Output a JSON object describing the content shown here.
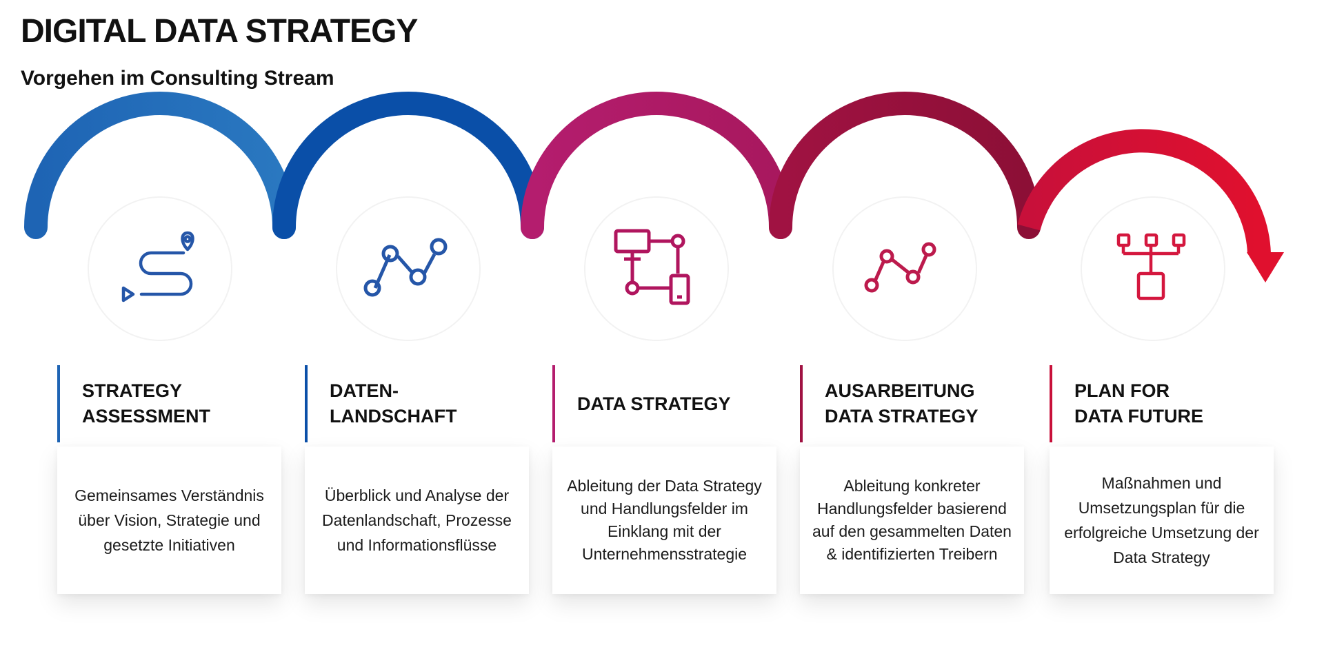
{
  "header": {
    "title": "DIGITAL DATA STRATEGY",
    "subtitle": "Vorgehen im Consulting Stream"
  },
  "colors": {
    "arc1_start": "#1e64b4",
    "arc1_end": "#2a78c0",
    "arc2": "#0a4fa8",
    "arc3_start": "#b41d6e",
    "arc3_end": "#a8185e",
    "arc4_start": "#a01242",
    "arc4_end": "#8c0f36",
    "arc5_start": "#c8103a",
    "arc5_end": "#e0102e",
    "icon_blue": "#2556a8",
    "icon_magenta": "#b0155e",
    "icon_crimson": "#bc1a4c",
    "icon_red": "#d4173e"
  },
  "steps": [
    {
      "title": "STRATEGY\nASSESSMENT",
      "description": "Gemeinsames Verständnis über Vision, Strategie und gesetzte Initiativen",
      "icon": "route-path-icon"
    },
    {
      "title": "DATEN-\nLANDSCHAFT",
      "description": "Überblick und Analyse der Datenlandschaft, Prozesse und Informationsflüsse",
      "icon": "line-graph-icon"
    },
    {
      "title": "DATA STRATEGY",
      "description": "Ableitung der Data Strategy und Handlungsfelder im Einklang mit der Unternehmensstrategie",
      "icon": "device-network-icon"
    },
    {
      "title": "AUSARBEITUNG\nDATA STRATEGY",
      "description": "Ableitung konkreter Handlungsfelder basierend auf den gesammelten Daten & identifizierten Treibern",
      "icon": "line-graph-icon"
    },
    {
      "title": "PLAN FOR\nDATA FUTURE",
      "description": "Maßnahmen und Umsetzungsplan für die erfolgreiche Umsetzung der Data Strategy",
      "icon": "hierarchy-icon"
    }
  ]
}
